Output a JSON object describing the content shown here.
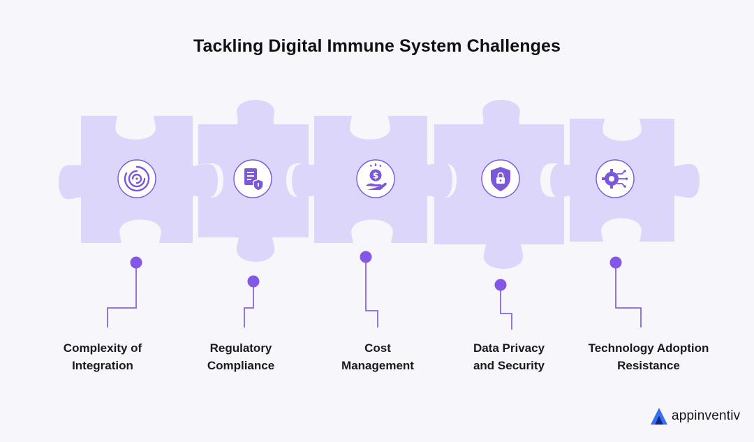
{
  "title": "Tackling Digital Immune System Challenges",
  "pieces": [
    {
      "icon": "integration-maze-icon",
      "label_lines": [
        "Complexity of",
        "Integration"
      ]
    },
    {
      "icon": "compliance-document-shield-icon",
      "label_lines": [
        "Regulatory",
        "Compliance"
      ]
    },
    {
      "icon": "cost-coin-hand-icon",
      "label_lines": [
        "Cost",
        "Management"
      ]
    },
    {
      "icon": "privacy-lock-shield-icon",
      "label_lines": [
        "Data Privacy",
        "and Security"
      ]
    },
    {
      "icon": "technology-gear-circuit-icon",
      "label_lines": [
        "Technology Adoption",
        "Resistance"
      ]
    }
  ],
  "brand": {
    "name": "appinventiv",
    "logo_icon": "appinventiv-logo-icon"
  },
  "colors": {
    "puzzle": "#dcd6fb",
    "icon_stroke": "#7b57d9",
    "icon_fill": "#ffffff",
    "connector": "#8a63e0",
    "dot": "#8458e6",
    "logo_accent": "#3a6ff2"
  }
}
